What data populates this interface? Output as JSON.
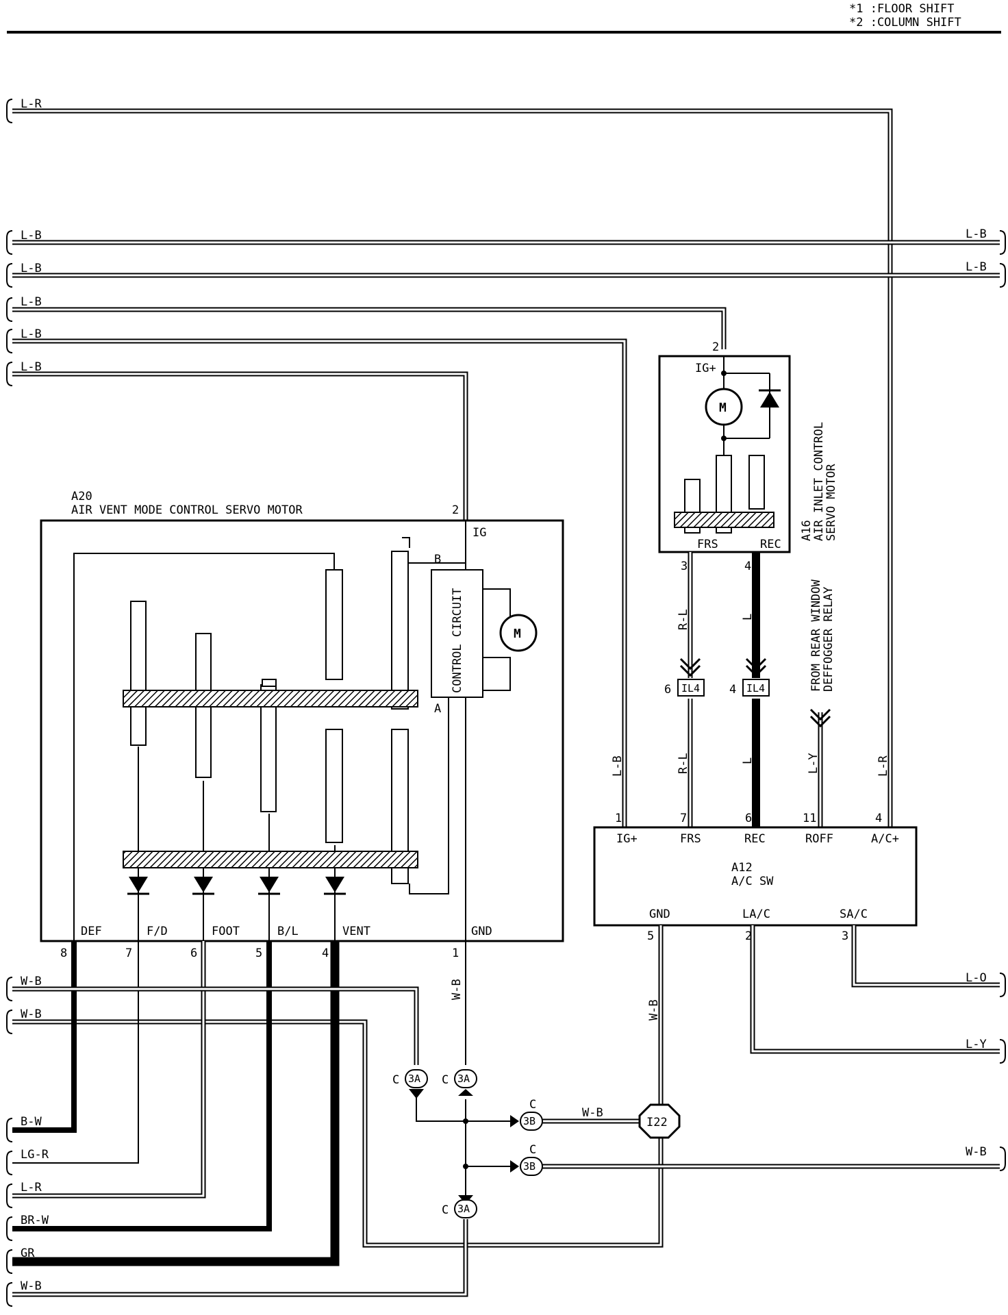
{
  "notes": [
    "*1 :FLOOR SHIFT",
    "*2 :COLUMN SHIFT"
  ],
  "components": {
    "a20": {
      "code": "A20",
      "name": "AIR VENT MODE CONTROL SERVO MOTOR",
      "control_circuit": "CONTROL CIRCUIT",
      "motor": "M",
      "pins": [
        {
          "num": "8",
          "label": "DEF"
        },
        {
          "num": "7",
          "label": "F/D"
        },
        {
          "num": "6",
          "label": "FOOT"
        },
        {
          "num": "5",
          "label": "B/L"
        },
        {
          "num": "4",
          "label": "VENT"
        },
        {
          "num": "1",
          "label": "GND"
        },
        {
          "num": "2",
          "label": "IG"
        }
      ],
      "inner": {
        "b": "B",
        "a": "A"
      }
    },
    "a16": {
      "code": "A16",
      "name_line1": "AIR INLET CONTROL",
      "name_line2": "SERVO MOTOR",
      "motor": "M",
      "ig": "IG+",
      "frs": "FRS",
      "rec": "REC",
      "pin_ig": "2",
      "pin_frs": "3",
      "pin_rec": "4"
    },
    "a12": {
      "code": "A12",
      "name": "A/C SW",
      "top_pins": [
        {
          "num": "1",
          "label": "IG+"
        },
        {
          "num": "7",
          "label": "FRS"
        },
        {
          "num": "6",
          "label": "REC"
        },
        {
          "num": "11",
          "label": "ROFF"
        },
        {
          "num": "4",
          "label": "A/C+"
        }
      ],
      "bottom_pins": [
        {
          "num": "5",
          "label": "GND"
        },
        {
          "num": "2",
          "label": "LA/C"
        },
        {
          "num": "3",
          "label": "SA/C"
        }
      ]
    },
    "relay_line1": "FROM REAR WINDOW",
    "relay_line2": "DEFFOGGER RELAY"
  },
  "connectors": {
    "il4": "IL4",
    "il4_pin_frs": "6",
    "il4_pin_rec": "4",
    "ja": "3A",
    "jb": "3B",
    "junction_prefix": "C",
    "i22": "I22"
  },
  "wires": {
    "left_top": [
      "L-R",
      "L-B",
      "L-B",
      "L-B",
      "L-B",
      "L-B"
    ],
    "right_top": [
      "L-B",
      "L-B"
    ],
    "left_bottom": [
      "W-B",
      "W-B",
      "B-W",
      "LG-R",
      "L-R",
      "BR-W",
      "GR",
      "W-B"
    ],
    "right_bottom": [
      "L-O",
      "L-Y",
      "W-B"
    ],
    "vertical": {
      "a12_ig": "L-B",
      "frs": "R-L",
      "rec": "L",
      "roff": "L-Y",
      "ac": "L-R",
      "a20_gnd": "W-B",
      "a12_gnd": "W-B",
      "jb_top": "W-B"
    }
  }
}
